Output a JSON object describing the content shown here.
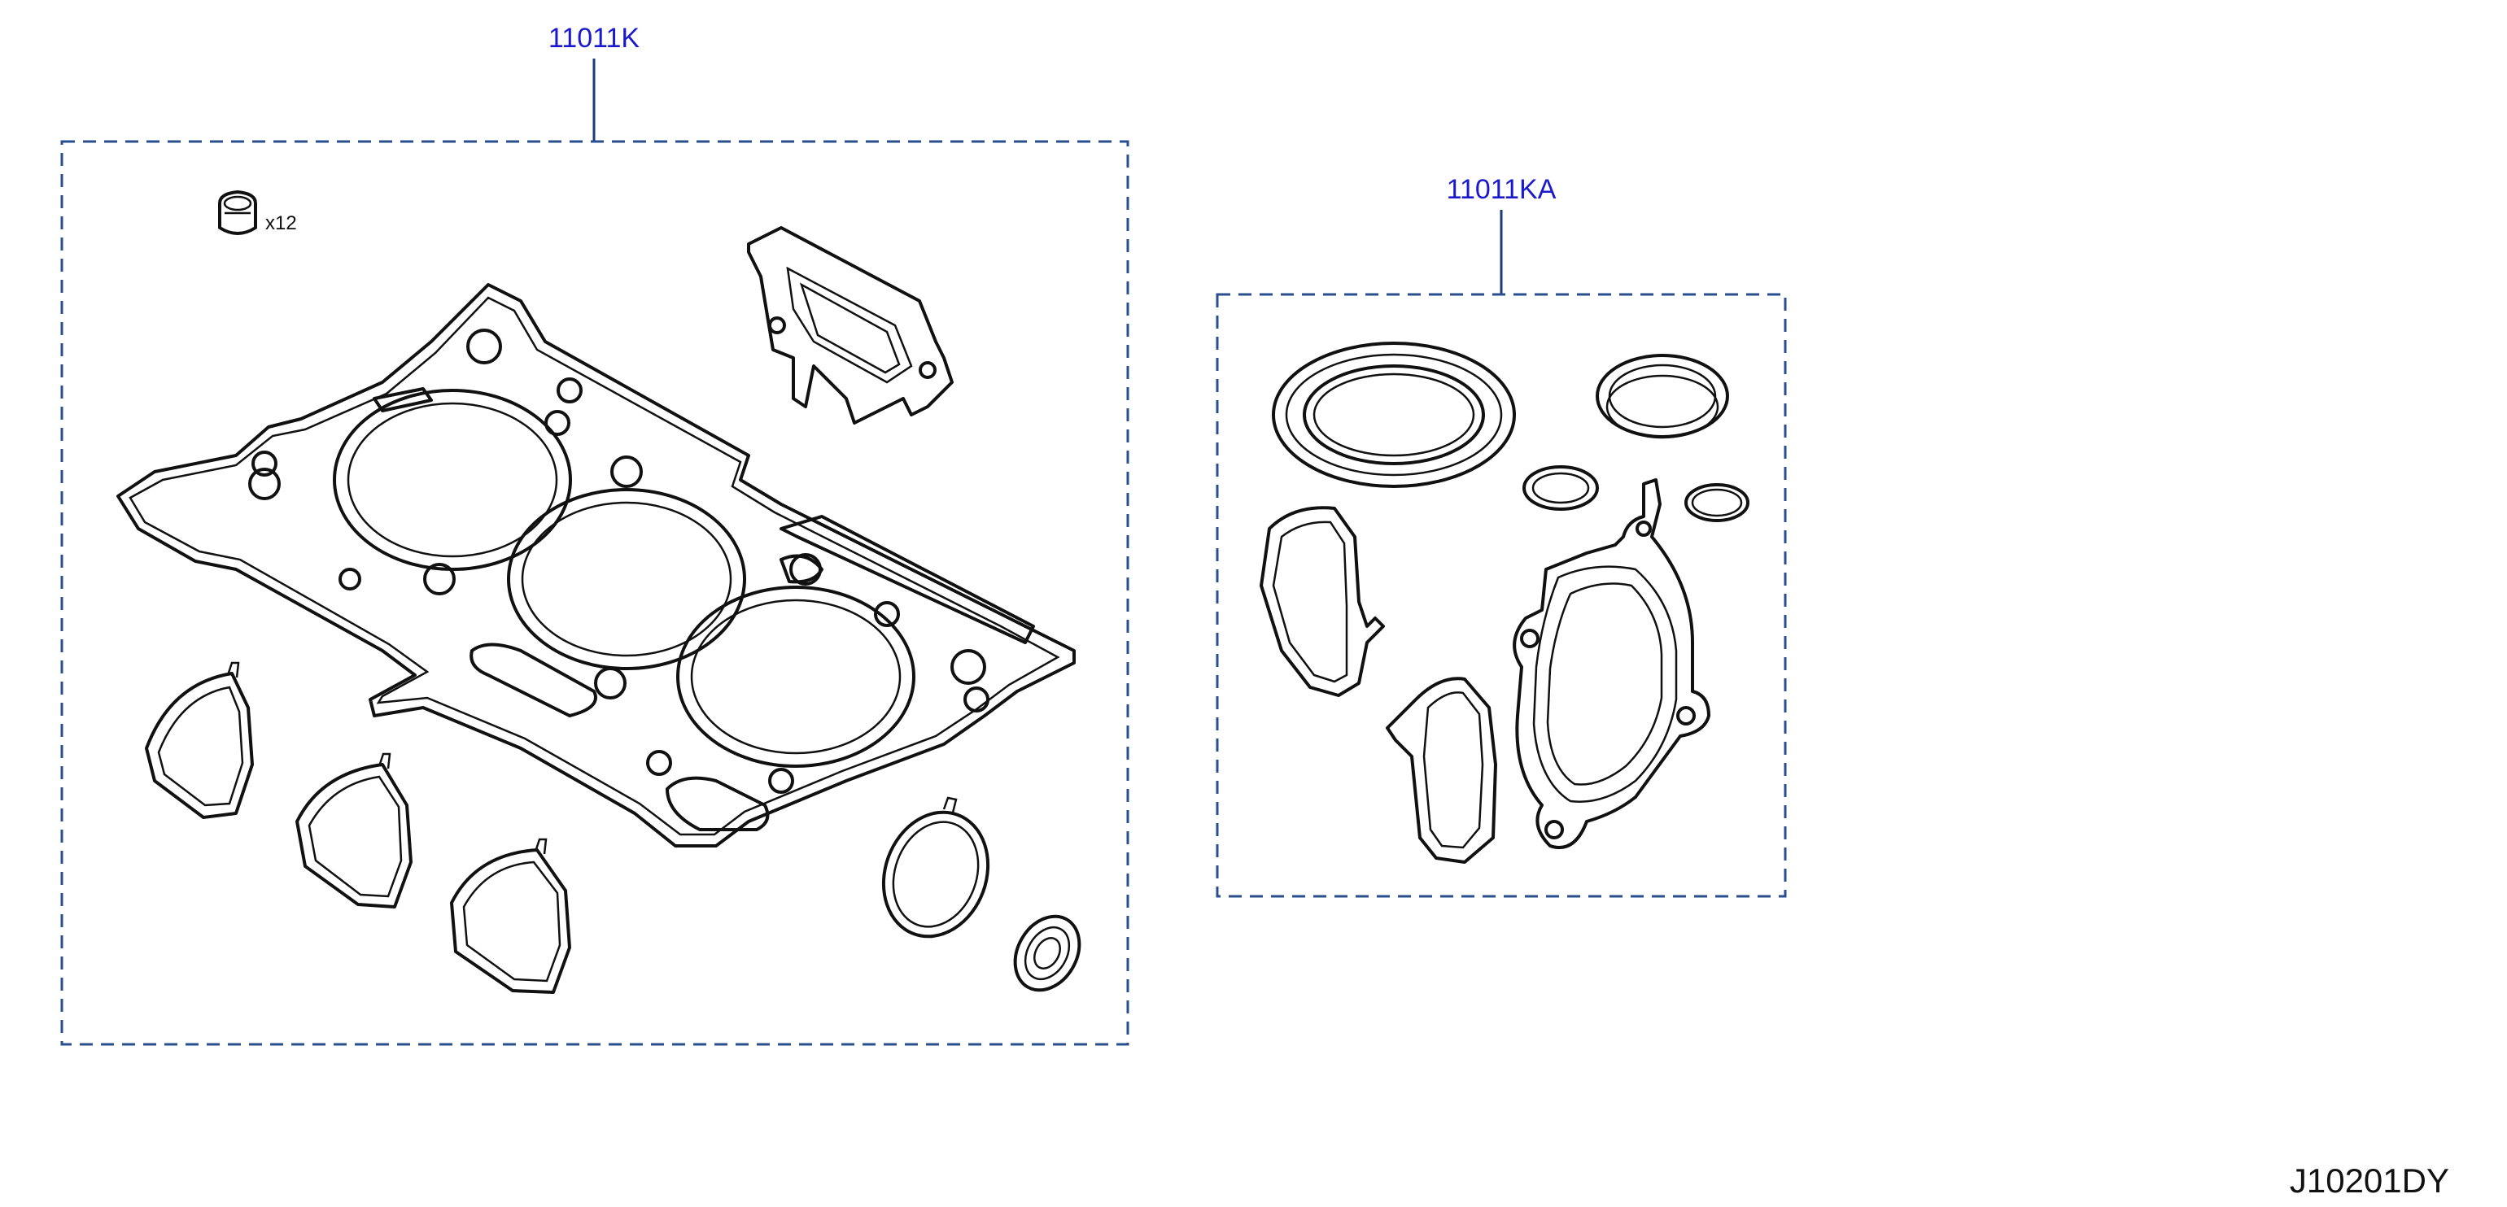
{
  "diagram": {
    "callouts": [
      {
        "id": "kit-1",
        "label": "11011K"
      },
      {
        "id": "kit-2",
        "label": "11011KA"
      }
    ],
    "quantity_label": "x12",
    "illustration_code": "J10201DY",
    "colors": {
      "callout_text": "#1a1acc",
      "box_dash": "#2a4f8f",
      "line_art": "#111111",
      "background": "#ffffff"
    }
  }
}
